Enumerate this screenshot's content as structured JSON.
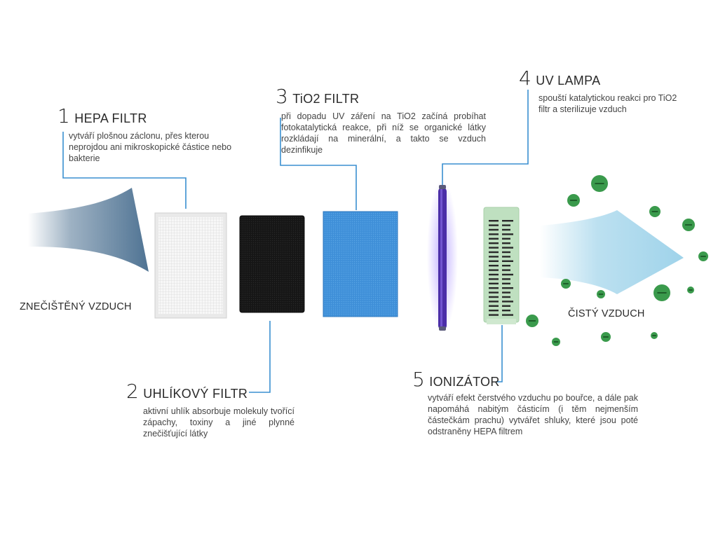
{
  "labels": {
    "dirty_air": "ZNEČIŠTĚNÝ VZDUCH",
    "clean_air": "ČISTÝ VZDUCH"
  },
  "steps": [
    {
      "number": "1",
      "title": "HEPA FILTR",
      "description": "vytváří plošnou záclonu, přes kterou neprojdou ani mikroskopické částice nebo bakterie"
    },
    {
      "number": "2",
      "title": "UHLÍKOVÝ FILTR",
      "description": "aktivní uhlík absorbuje molekuly tvořící zápachy, toxiny a jiné plynné znečišťující látky"
    },
    {
      "number": "3",
      "title": "TiO2 FILTR",
      "description": "při dopadu UV záření na TiO2 začíná probíhat fotokatalytická reakce, při níž se organické látky rozkládají na minerální, a takto se vzduch dezinfikuje"
    },
    {
      "number": "4",
      "title": "UV LAMPA",
      "description": "spouští katalytickou reakci pro TiO2 filtr a sterilizuje vzduch"
    },
    {
      "number": "5",
      "title": "IONIZÁTOR",
      "description": "vytváří efekt čerstvého vzduchu po bouřce, a dále pak napomáhá nabitým částicím (i těm nejmenším částečkám prachu) vytvářet shluky, které jsou poté odstraněny HEPA filtrem"
    }
  ],
  "colors": {
    "connector": "#3a8fd0",
    "dirty_arrow": "#4f7393",
    "clean_arrow": "#9fd3ea",
    "particle": "#3a9a4c",
    "particle_mark": "#1e5f2a",
    "carbon": "#1a1a1a",
    "tio2": "#3f8fd8",
    "uv_tube": "#4b2ea8",
    "ionizer": "#bfe0c0"
  },
  "icons": [
    "hepa-filter-icon",
    "carbon-filter-icon",
    "tio2-filter-icon",
    "uv-lamp-icon",
    "ionizer-icon",
    "negative-ion-particle-icon"
  ]
}
